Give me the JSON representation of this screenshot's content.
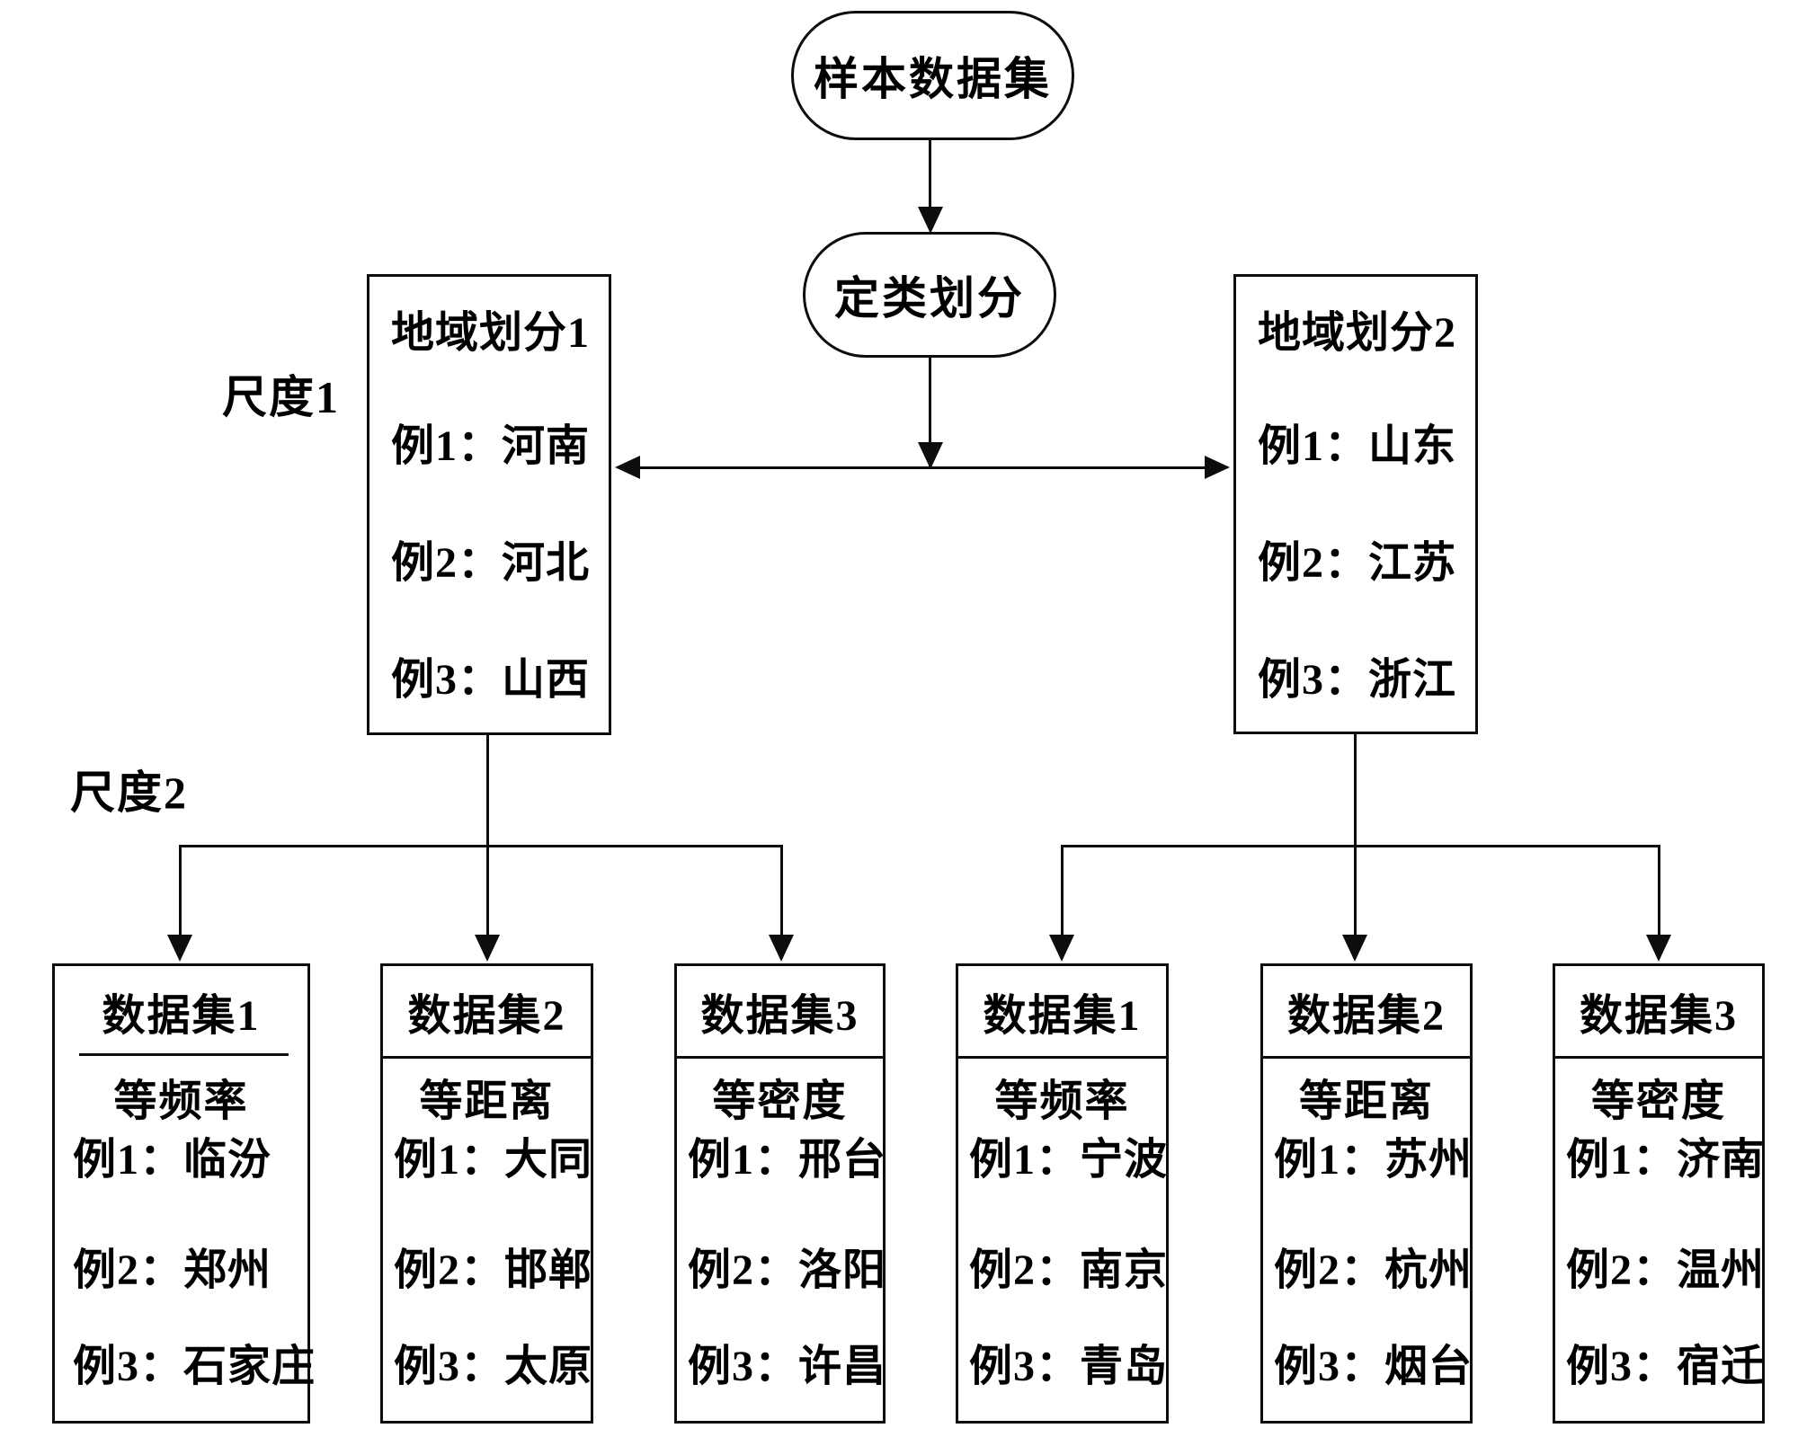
{
  "diagram": {
    "root_label": "样本数据集",
    "classify_label": "定类划分",
    "scale1_label": "尺度1",
    "scale2_label": "尺度2",
    "region1": {
      "title": "地域划分1",
      "examples": [
        "例1：河南",
        "例2：河北",
        "例3：山西"
      ]
    },
    "region2": {
      "title": "地域划分2",
      "examples": [
        "例1：山东",
        "例2：江苏",
        "例3：浙江"
      ]
    },
    "datasets_left": [
      {
        "title": "数据集1",
        "method": "等频率",
        "examples": [
          "例1：临汾",
          "例2：郑州",
          "例3：石家庄"
        ]
      },
      {
        "title": "数据集2",
        "method": "等距离",
        "examples": [
          "例1：大同",
          "例2：邯郸",
          "例3：太原"
        ]
      },
      {
        "title": "数据集3",
        "method": "等密度",
        "examples": [
          "例1：邢台",
          "例2：洛阳",
          "例3：许昌"
        ]
      }
    ],
    "datasets_right": [
      {
        "title": "数据集1",
        "method": "等频率",
        "examples": [
          "例1：宁波",
          "例2：南京",
          "例3：青岛"
        ]
      },
      {
        "title": "数据集2",
        "method": "等距离",
        "examples": [
          "例1：苏州",
          "例2：杭州",
          "例3：烟台"
        ]
      },
      {
        "title": "数据集3",
        "method": "等密度",
        "examples": [
          "例1：济南",
          "例2：温州",
          "例3：宿迁"
        ]
      }
    ],
    "colors": {
      "line": "#0d0d0d",
      "background": "#ffffff"
    }
  }
}
